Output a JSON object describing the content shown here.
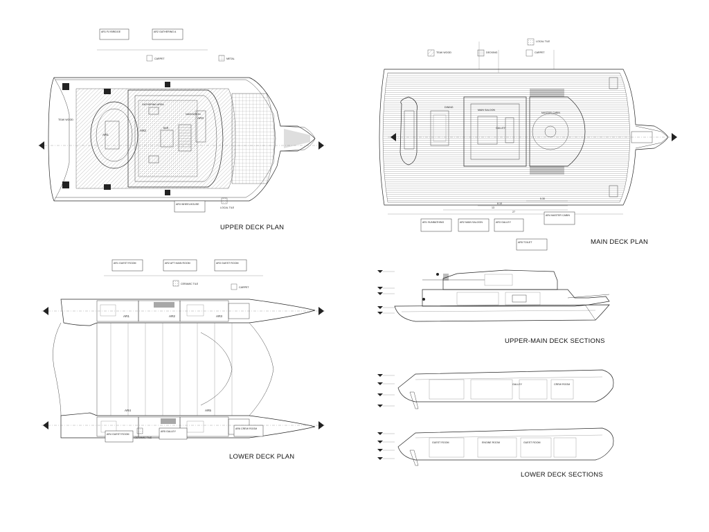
{
  "titles": {
    "upper_deck": "UPPER DECK PLAN",
    "main_deck": "MAIN DECK PLAN",
    "lower_deck": "LOWER DECK PLAN",
    "upper_main_sections": "UPPER-MAIN DECK SECTIONS",
    "lower_sections": "LOWER DECK SECTIONS"
  },
  "upper_deck": {
    "area_tags": [
      "AR1  FLYBRIDGE",
      "AR2  GATHERING A",
      "AR3  WHEELHOUSE"
    ],
    "material_notes": [
      "CARPET",
      "METAL",
      "LOCAL TILE",
      "TEAK WOOD"
    ],
    "zone_labels": [
      "AR1",
      "AR2",
      "AR3"
    ],
    "room_labels": [
      "GATHERING AREA",
      "NAVIGATION",
      "BAR"
    ]
  },
  "main_deck": {
    "area_tags": [
      "AR1  SUNBATHING",
      "AR2  MAIN SALOON",
      "AR3  GALLEY",
      "AR4  MASTER CABIN",
      "AR5  TOILET"
    ],
    "material_notes": [
      "TEAK WOOD",
      "DECKING",
      "CARPET",
      "LOCAL TILE"
    ],
    "room_labels": [
      "MAIN SALOON",
      "MASTER CABIN",
      "GALLEY",
      "DINING"
    ],
    "dimensions": [
      "5.30",
      "8.10",
      "13",
      "27"
    ]
  },
  "lower_deck": {
    "area_tags": [
      "AR1  GUEST ROOM",
      "AR2  AFT MAIN ROOM",
      "AR3  GUEST ROOM",
      "AR4  GUEST ROOM",
      "AR5  GALLEY",
      "AR6  CREW ROOM"
    ],
    "material_notes": [
      "CERAMIC TILE",
      "CARPET",
      "CERAMIC TILE"
    ],
    "zone_labels": [
      "AR1",
      "AR2",
      "AR3",
      "AR4",
      "AR5"
    ]
  },
  "sections": {
    "lower_room_labels": [
      "GUEST ROOM",
      "GALLEY",
      "CREW ROOM",
      "ENGINE ROOM",
      "GUEST ROOM"
    ]
  }
}
